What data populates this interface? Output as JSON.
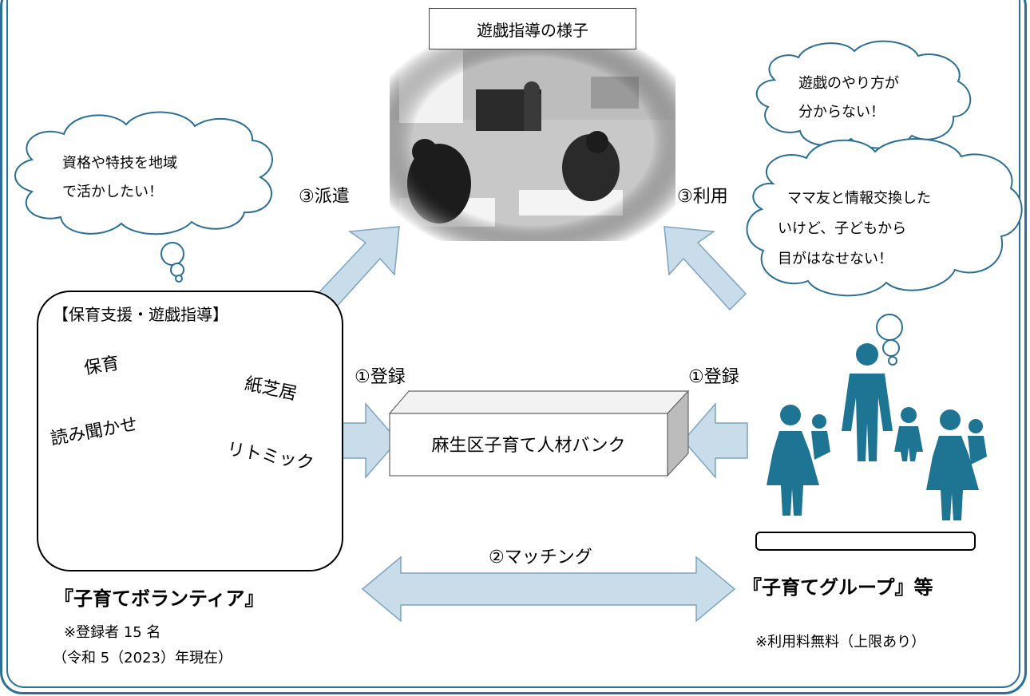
{
  "photo_caption": "遊戯指導の様子",
  "arrows": {
    "dispatch": "③派遣",
    "use": "③利用",
    "register_left": "①登録",
    "register_right": "①登録",
    "matching": "②マッチング"
  },
  "bubbles": {
    "volunteer_line1": "資格や特技を地域",
    "volunteer_line2": "で活かしたい！",
    "parent_top_line1": "遊戯のやり方が",
    "parent_top_line2": "分からない！",
    "parent_mid_line1": "ママ友と情報交換した",
    "parent_mid_line2": "いけど、子どもから",
    "parent_mid_line3": "目がはなせない！"
  },
  "volunteer_box": {
    "title": "【保育支援・遊戯指導】",
    "skills": [
      "保育",
      "紙芝居",
      "読み聞かせ",
      "リトミック"
    ]
  },
  "bank": "麻生区子育て人材バンク",
  "volunteer": {
    "name": "『子育てボランティア』",
    "note1": "※登録者 15 名",
    "note2": "（令和 5（2023）年現在）"
  },
  "group": {
    "name": "『子育てグループ』等",
    "note": "※利用料無料（上限あり）"
  },
  "colors": {
    "frame": "#2a6f95",
    "arrow_fill": "#c9dcea",
    "arrow_stroke": "#7ea4bf",
    "icon": "#1e7593",
    "bubble_stroke": "#2a6f95"
  }
}
